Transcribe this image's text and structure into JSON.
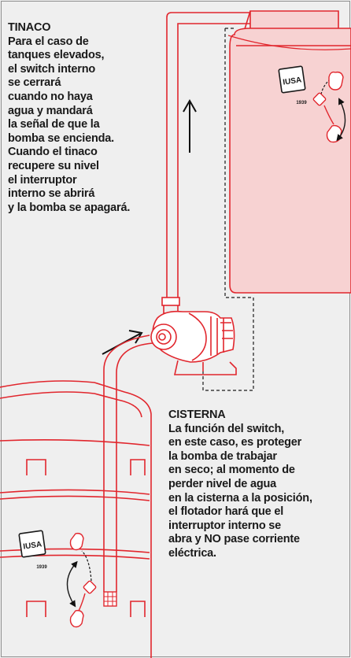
{
  "colors": {
    "background": "#efefef",
    "line_red": "#e1262d",
    "tank_fill": "#f7d2d2",
    "text": "#1a1a1a",
    "arrow": "#111111"
  },
  "tinaco": {
    "heading": "TINACO",
    "lines": [
      "Para el caso de",
      "tanques elevados,",
      "el switch interno",
      "se cerrará",
      "cuando no haya",
      "agua y mandará",
      "la señal de que la",
      "bomba se encienda.",
      "Cuando el tinaco",
      "recupere su nivel",
      "el  interruptor",
      "interno se abrirá",
      "y la bomba se apagará."
    ]
  },
  "cisterna": {
    "heading": "CISTERNA",
    "lines": [
      "La función del switch,",
      "en este caso, es proteger",
      "la bomba de trabajar",
      "en seco; al momento de",
      "perder nivel de agua",
      "en la cisterna a la posición,",
      "el flotador hará que el",
      "interruptor interno se",
      "abra y NO pase corriente",
      "eléctrica."
    ]
  },
  "logo": {
    "brand": "IUSA",
    "year": "1939"
  },
  "icons": {
    "flow_arrow_up": "arrow-up-icon",
    "flow_arrow_inlet": "arrow-diagonal-icon",
    "swing": "curved-double-arrow-icon"
  }
}
